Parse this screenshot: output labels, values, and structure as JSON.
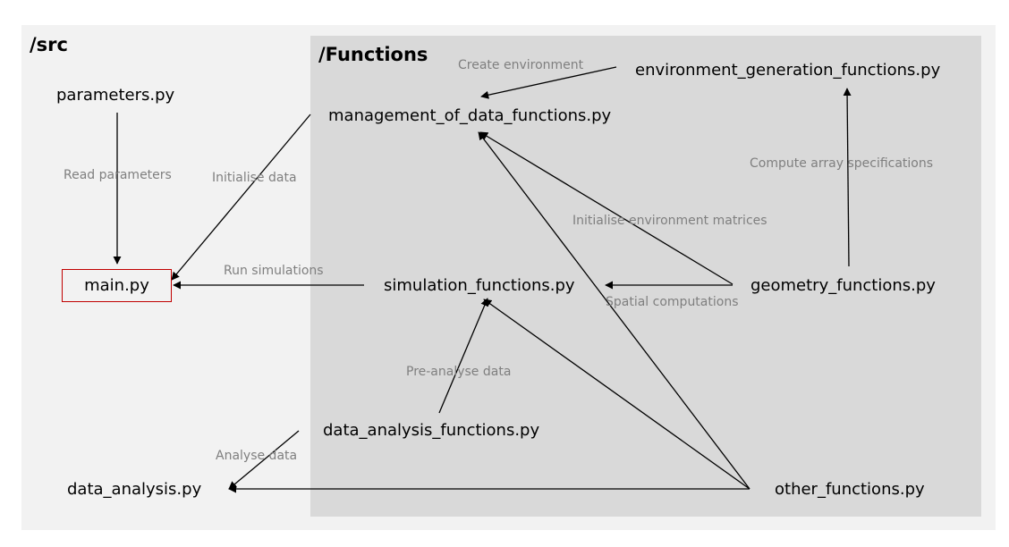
{
  "diagram": {
    "panels": {
      "src_title": "/src",
      "functions_title": "/Functions"
    },
    "nodes": {
      "parameters": "parameters.py",
      "main": "main.py",
      "data_analysis": "data_analysis.py",
      "management_of_data_functions": "management_of_data_functions.py",
      "environment_generation_functions": "environment_generation_functions.py",
      "simulation_functions": "simulation_functions.py",
      "geometry_functions": "geometry_functions.py",
      "data_analysis_functions": "data_analysis_functions.py",
      "other_functions": "other_functions.py"
    },
    "edges": [
      {
        "from": "parameters",
        "to": "main",
        "label": "Read parameters"
      },
      {
        "from": "management_of_data_functions",
        "to": "main",
        "label": "Initialise data"
      },
      {
        "from": "simulation_functions",
        "to": "main",
        "label": "Run simulations"
      },
      {
        "from": "data_analysis_functions",
        "to": "data_analysis",
        "label": "Analyse data"
      },
      {
        "from": "other_functions",
        "to": "data_analysis",
        "label": ""
      },
      {
        "from": "environment_generation_functions",
        "to": "management_of_data_functions",
        "label": "Create environment"
      },
      {
        "from": "geometry_functions",
        "to": "environment_generation_functions",
        "label": "Compute array specifications"
      },
      {
        "from": "geometry_functions",
        "to": "management_of_data_functions",
        "label": "Initialise environment matrices"
      },
      {
        "from": "geometry_functions",
        "to": "simulation_functions",
        "label": "Spatial computations"
      },
      {
        "from": "data_analysis_functions",
        "to": "simulation_functions",
        "label": "Pre-analyse data"
      },
      {
        "from": "other_functions",
        "to": "simulation_functions",
        "label": ""
      },
      {
        "from": "other_functions",
        "to": "management_of_data_functions",
        "label": ""
      }
    ],
    "colors": {
      "src_panel": "#f2f2f2",
      "functions_panel": "#d9d9d9",
      "main_border": "#c00000",
      "edge_label": "#7f7f7f",
      "arrow": "#000000"
    }
  }
}
